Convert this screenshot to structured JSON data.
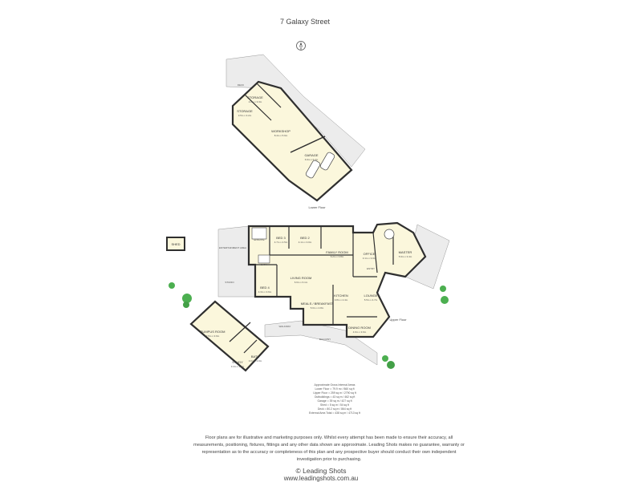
{
  "title": "7 Galaxy Street",
  "icons": {
    "compass": "north-compass-icon",
    "car": "car-icon",
    "tree": "tree-icon"
  },
  "colors": {
    "floor": "#fbf7dc",
    "wall": "#2f2f2f",
    "deck": "#ececec",
    "tree": "#4caf50"
  },
  "lower_floor": {
    "label": "Lower Floor",
    "deck_label": "DECK",
    "rooms": [
      {
        "name": "STORAGE",
        "dim": "4.0m x 3.3m"
      },
      {
        "name": "STORAGE",
        "dim": "3.5m x 3.2m"
      },
      {
        "name": "WORKSHOP",
        "dim": "8.4m x 5.9m"
      },
      {
        "name": "GARAGE",
        "dim": "6.9m x 6.2m"
      }
    ]
  },
  "upper_floor": {
    "label": "Upper Floor",
    "rooms": [
      {
        "name": "ENSUITE",
        "dim": ""
      },
      {
        "name": "BED 3",
        "dim": "4.7m x 4.5m"
      },
      {
        "name": "BED 2",
        "dim": "4.1m x 3.0m"
      },
      {
        "name": "FAMILY ROOM",
        "dim": "6.2m x 3.8m"
      },
      {
        "name": "OFFICE",
        "dim": "3.1m x 3.0m"
      },
      {
        "name": "MASTER",
        "dim": "5.9m x 3.4m"
      },
      {
        "name": "ENTRY",
        "dim": ""
      },
      {
        "name": "BED 4",
        "dim": "4.3m x 3.6m"
      },
      {
        "name": "LIVING ROOM",
        "dim": "6.6m x 6.1m"
      },
      {
        "name": "MEALS / BREAKFAST",
        "dim": "5.6m x 4.8m"
      },
      {
        "name": "KITCHEN",
        "dim": "3.8m x 2.4m"
      },
      {
        "name": "LOUNGE",
        "dim": "5.5m x 4.7m"
      },
      {
        "name": "DINING ROOM",
        "dim": "4.9m x 3.6m"
      },
      {
        "name": "ENTERTAINMENT AREA",
        "dim": ""
      },
      {
        "name": "BATH",
        "dim": ""
      },
      {
        "name": "STUDIO",
        "dim": ""
      },
      {
        "name": "BALCONY",
        "dim": ""
      },
      {
        "name": "WALKWAY",
        "dim": ""
      }
    ]
  },
  "outbuildings": [
    {
      "name": "SHED",
      "dim": ""
    },
    {
      "name": "RUMPUS ROOM",
      "dim": "7.5m x 3.9m"
    },
    {
      "name": "STUDY",
      "dim": "3.4m x 2.8m"
    },
    {
      "name": "BATH",
      "dim": "3.0m x 2.0m"
    }
  ],
  "areas": [
    "Approximate Gross Internal Areas",
    "Lower Floor = 79.9 m² / 860 sq ft",
    "Upper Floor = 259 sq m / 2790 sq ft",
    "Outbuildings = 43 sq m / 462 sq ft",
    "Garage = 39 sq m / 427 sq ft",
    "Shed = 5 sq m / 54 sq ft",
    "Deck = 80.2 sq m / 864 sq ft",
    "External Area Total = 438 sq m / 4713 sq ft"
  ],
  "disclaimer": "Floor plans are for illustrative and marketing purposes only. Whilst every attempt has been made to ensure their accuracy, all measurements, positioning, fixtures, fittings and any other data shown are approximate. Leading Shots makes no guarantee, warranty or representation as to the accuracy or completeness of this plan and any prospective buyer should conduct their own independent investigation prior to purchasing.",
  "brand": "© Leading Shots",
  "website": "www.leadingshots.com.au"
}
